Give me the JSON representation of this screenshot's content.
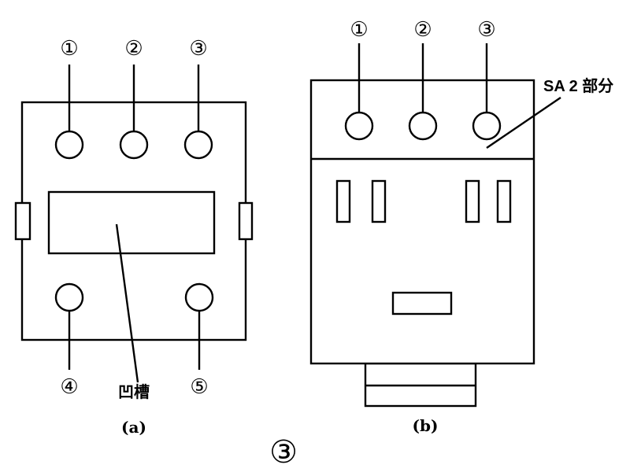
{
  "diagram_a": {
    "terminals_top": [
      "①",
      "②",
      "③"
    ],
    "terminals_bottom": [
      "④",
      "⑤"
    ],
    "groove_label": "凹槽",
    "caption": "(a)"
  },
  "diagram_b": {
    "terminals_top": [
      "①",
      "②",
      "③"
    ],
    "section_label": "SA 2 部分",
    "caption": "(b)"
  },
  "figure_number": "③"
}
